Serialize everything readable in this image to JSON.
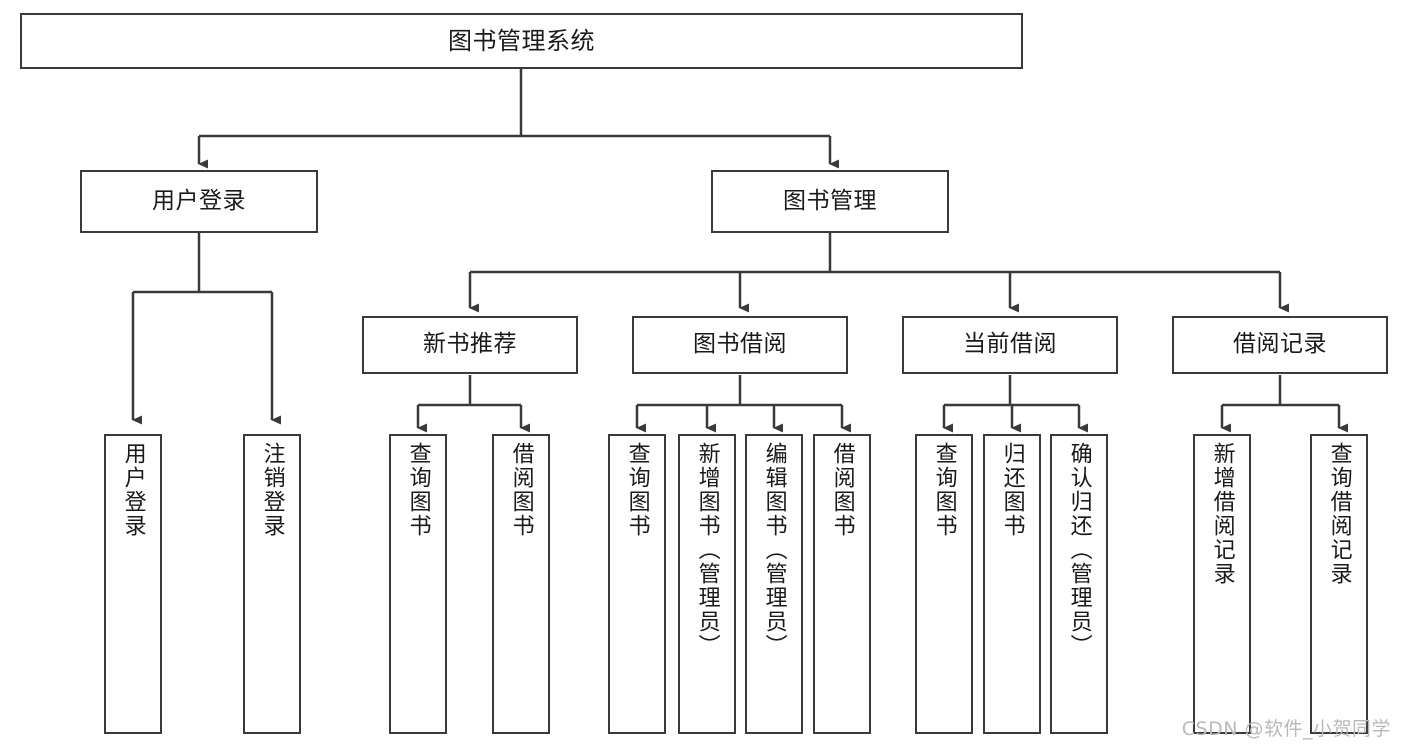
{
  "diagram": {
    "title": "图书管理系统",
    "type": "hierarchy-tree",
    "line_color": "#3a3a3a",
    "box_fill": "#ffffff",
    "text_color": "#1a1a1a",
    "root": {
      "label": "图书管理系统"
    },
    "level2": [
      {
        "label": "用户登录"
      },
      {
        "label": "图书管理"
      }
    ],
    "level3": [
      {
        "label": "新书推荐"
      },
      {
        "label": "图书借阅"
      },
      {
        "label": "当前借阅"
      },
      {
        "label": "借阅记录"
      }
    ],
    "leaves": {
      "user_login": [
        {
          "label": "用户登录"
        },
        {
          "label": "注销登录"
        }
      ],
      "new_book_recommend": [
        {
          "label": "查询图书"
        },
        {
          "label": "借阅图书"
        }
      ],
      "book_borrow": [
        {
          "label": "查询图书"
        },
        {
          "label": "新增图书（管理员）"
        },
        {
          "label": "编辑图书（管理员）"
        },
        {
          "label": "借阅图书"
        }
      ],
      "current_borrow": [
        {
          "label": "查询图书"
        },
        {
          "label": "归还图书"
        },
        {
          "label": "确认归还（管理员）"
        }
      ],
      "borrow_record": [
        {
          "label": "新增借阅记录"
        },
        {
          "label": "查询借阅记录"
        }
      ]
    }
  },
  "watermark": {
    "text": "CSDN @软件_小贺同学"
  }
}
